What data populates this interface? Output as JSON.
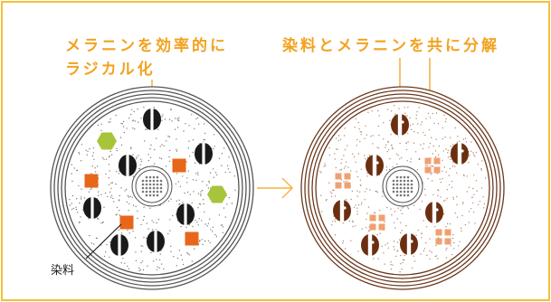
{
  "left_caption": {
    "line1": "メラニンを効率的に",
    "line2": "ラジカル化"
  },
  "right_caption": "染料とメラニンを共に分解",
  "dye_label": "染料",
  "arrow": "→",
  "colors": {
    "frame_border": "#f2c13a",
    "caption_orange": "#f2a21f",
    "hair_ring_left": "#555555",
    "hair_ring_right": "#6b3a1f",
    "melanin_left": "#1a1a1a",
    "melanin_right": "#6b2e10",
    "radical_hex": "#a8c43a",
    "dye_square": "#e8661a",
    "dye_fragment": "#f0a070",
    "arrow": "#f5b041"
  }
}
